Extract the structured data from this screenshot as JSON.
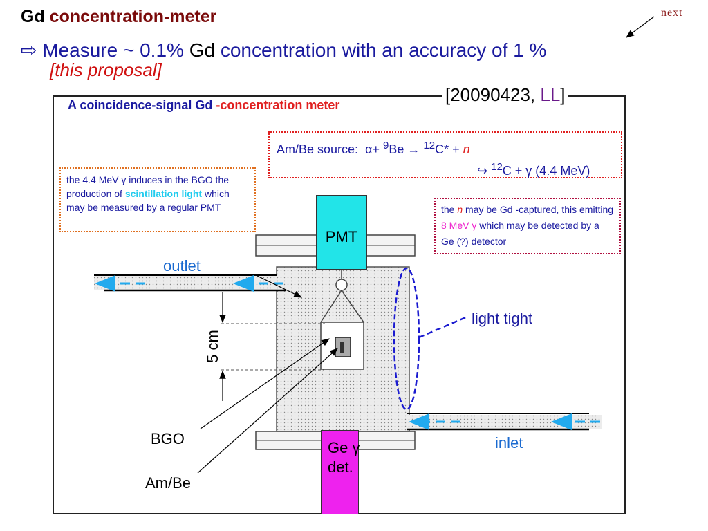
{
  "title": {
    "gd": "Gd",
    "rest": "concentration-meter"
  },
  "nav": {
    "next_label": "next"
  },
  "bullet": {
    "arrow": "⇨",
    "text_a": "Measure ~ 0.1%",
    "text_gd": "Gd",
    "text_b": "concentration with an accuracy of 1 %",
    "proposal": "[this proposal]"
  },
  "reference": {
    "open": "[20090423,",
    "ll": "LL",
    "close": "]"
  },
  "figure": {
    "title_a": "A coincidence-signal Gd",
    "title_b": "-concentration meter",
    "source_note": {
      "prefix": "Am/Be source:",
      "alpha": "α+",
      "be_sup": "9",
      "be": "Be",
      "arrow": "→",
      "c_sup": "12",
      "c_star": "C* +",
      "n": "n",
      "line2_arrow": "↪",
      "line2_sup": "12",
      "line2": "C + γ (4.4 MeV)"
    },
    "bgo_note": {
      "a": "the 4.4 MeV γ induces in the  BGO the   production  of",
      "highlight": "scintillation light",
      "b": "which  may be  measured by a regular PMT"
    },
    "ge_note": {
      "a": "the",
      "n": "n",
      "b": "may be Gd -captured, this emitting",
      "energy": "8 MeV γ",
      "c": "which may be detected by a Ge  (?) detector"
    },
    "labels": {
      "pmt": "PMT",
      "ge": "Ge γ det.",
      "outlet": "outlet",
      "inlet": "inlet",
      "light_tight": "light tight",
      "five_cm": "5 cm",
      "bgo": "BGO",
      "ambe": "Am/Be"
    }
  },
  "colors": {
    "pmt": "#22e4e8",
    "ge": "#ee22ee",
    "flow_arrow": "#22aaee"
  }
}
